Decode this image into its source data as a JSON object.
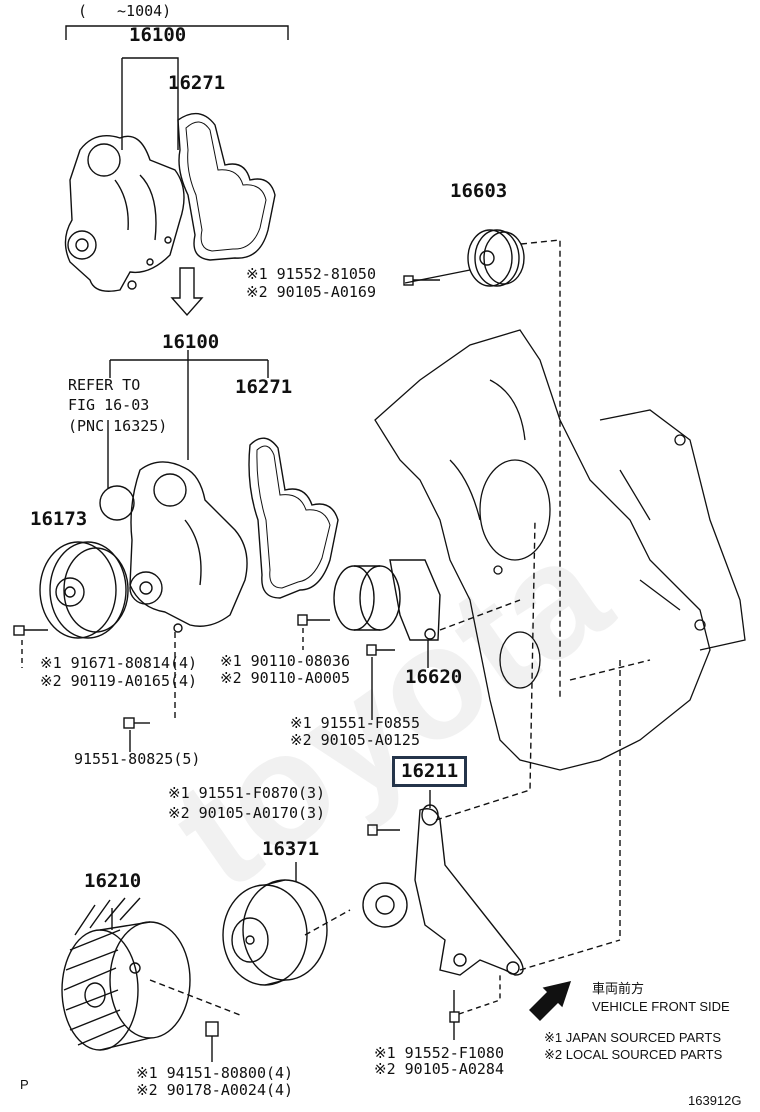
{
  "date_range": "(　　~1004)",
  "groups": [
    {
      "part": "16100",
      "label_gasket": "16271"
    },
    {
      "part": "16100",
      "label_gasket": "16271"
    }
  ],
  "refer": [
    "REFER TO",
    "FIG 16-03",
    "(PNC 16325)"
  ],
  "parts": {
    "p16603": "16603",
    "p16173": "16173",
    "p16620": "16620",
    "p16211": "16211",
    "p16371": "16371",
    "p16210": "16210"
  },
  "fasteners": {
    "f16603": [
      "※1 91552-81050",
      "※2 90105-A0169"
    ],
    "f16173": [
      "※1 91671-80814(4)",
      "※2 90119-A0165(4)"
    ],
    "fpump": [
      "※1 90110-08036",
      "※2 90110-A0005"
    ],
    "f16620": [
      "※1 91551-F0855",
      "※2 90105-A0125"
    ],
    "fbolt5": "91551-80825(5)",
    "f16211top": [
      "※1 91551-F0870(3)",
      "※2 90105-A0170(3)"
    ],
    "f16211bot": [
      "※1 91552-F1080",
      "※2 90105-A0284"
    ],
    "f16210": [
      "※1 94151-80800(4)",
      "※2 90178-A0024(4)"
    ]
  },
  "front_jp": "車両前方",
  "front_en": "VEHICLE FRONT SIDE",
  "legend": [
    "※1 JAPAN SOURCED PARTS",
    "※2 LOCAL SOURCED PARTS"
  ],
  "corner_p": "P",
  "fig_code": "163912G"
}
